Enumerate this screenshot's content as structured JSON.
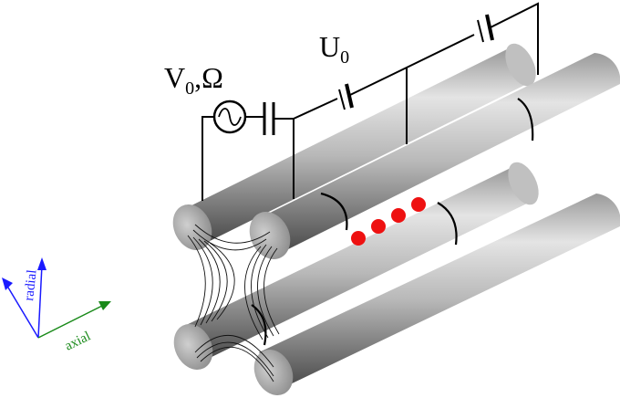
{
  "labels": {
    "rf_source": "V",
    "rf_source_sub": "0",
    "rf_source_freq": ",Ω",
    "dc_source": "U",
    "dc_source_sub": "0"
  },
  "axes": {
    "radial": "radial",
    "axial": "axial",
    "radial_color": "#1a1aff",
    "axial_color": "#1a8a1a"
  },
  "colors": {
    "ion": "#ee1111",
    "rod_light": "#e0e0e0",
    "rod_dark": "#5a5a5a",
    "wire": "#000000"
  },
  "ions": {
    "count": 4
  }
}
